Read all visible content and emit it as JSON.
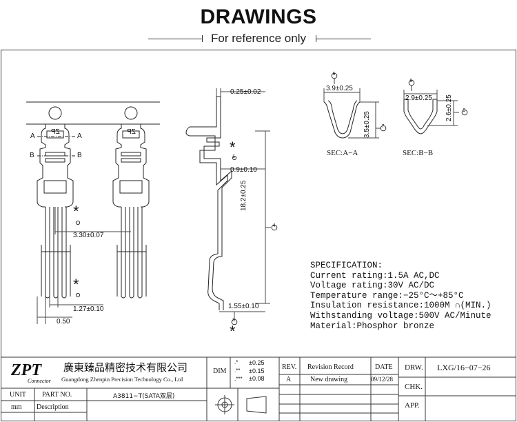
{
  "header": {
    "title": "DRAWINGS",
    "subtitle": "For reference only"
  },
  "views": {
    "section_labels": {
      "a_left": "A",
      "a_right": "A",
      "b_left": "B",
      "b_right": "B",
      "part_marking_1": "ZP",
      "part_marking_2": "ZP"
    },
    "dimensions": {
      "pitch": "3.30±0.07",
      "leg_gap": "1.27±0.10",
      "leg_width": "0.50",
      "thickness": "0.25±0.02",
      "tab_gap": "0.9±0.10",
      "length": "18.2±0.25",
      "foot": "1.55±0.10",
      "sec_a_width": "3.9±0.25",
      "sec_a_height": "3.5±0.25",
      "sec_b_width": "2.9±0.25",
      "sec_b_height": "2.6±0.25"
    },
    "callouts": {
      "c3": "3",
      "c4": "4",
      "c5": "5",
      "c6": "6",
      "c7": "7",
      "c8": "8",
      "c9": "9"
    },
    "critical_mark": "*",
    "section_titles": {
      "sec_a": "SEC:A−A",
      "sec_b": "SEC:B−B"
    }
  },
  "specification": {
    "heading": "SPECIFICATION:",
    "lines": [
      "Current rating:1.5A AC,DC",
      "Voltage rating:30V AC/DC",
      "Temperature range:−25°C～+85°C",
      "Insulation resistance:1000M ∩(MIN.)",
      "Withstanding voltage:500V AC/Minute",
      "Material:Phosphor bronze"
    ]
  },
  "title_block": {
    "logo_text": "ZPT",
    "logo_sub": "Connector",
    "company_cn": "廣東臻品精密技术有限公司",
    "company_en": "Guangdong Zhenpin Precision Technology Co., Ltd",
    "dim_label": "DIM",
    "tol1_mark": ".*",
    "tol1": "±0.25",
    "tol2_mark": ".**",
    "tol2": "±0.15",
    "tol3_mark": ".***",
    "tol3": "±0.08",
    "rev_label": "REV.",
    "revision_record_label": "Revision Record",
    "date_label": "DATE",
    "rev_value": "A",
    "revision_value": "New drawing",
    "date_value": "09/12/28",
    "drw_label": "DRW.",
    "drw_value": "LXG/16−07−26",
    "chk_label": "CHK.",
    "app_label": "APP.",
    "unit_label": "UNIT",
    "unit_value": "mm",
    "part_no_label": "PART NO.",
    "part_no_value": "A3811−T(SATA双层)",
    "description_label": "Description"
  }
}
